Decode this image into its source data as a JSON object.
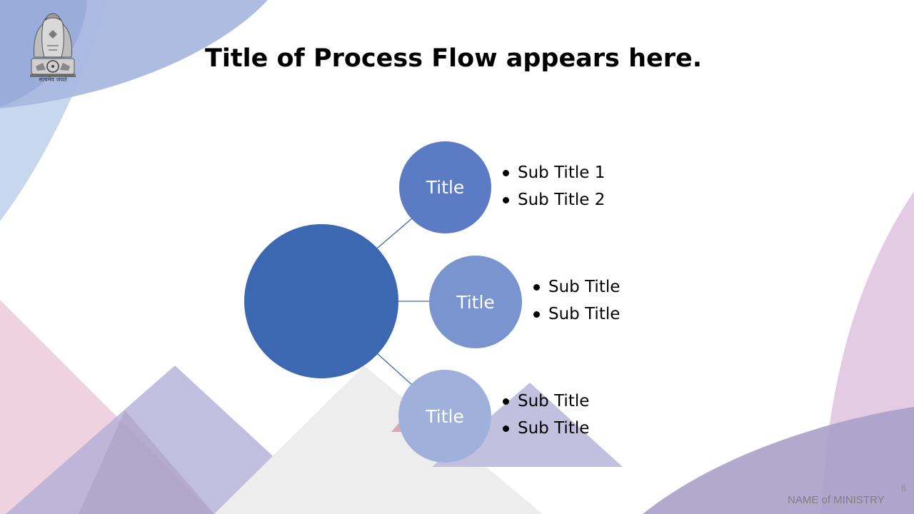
{
  "slide": {
    "title": "Title of Process Flow appears here.",
    "emblem_motto": "सत्यमेव जयते",
    "footer_ministry": "NAME of MINISTRY",
    "page_number": "6"
  },
  "process": {
    "center_label": "",
    "branches": [
      {
        "label": "Title",
        "bullets": [
          "Sub Title 1",
          "Sub Title 2"
        ]
      },
      {
        "label": "Title",
        "bullets": [
          "Sub Title",
          "Sub Title"
        ]
      },
      {
        "label": "Title",
        "bullets": [
          "Sub Title",
          "Sub Title"
        ]
      }
    ]
  },
  "colors": {
    "center_node": "#3c67b1",
    "branch_1": "#5b7cc4",
    "branch_2": "#7a94cf",
    "branch_3": "#9fb0da",
    "connector": "#3c67b1"
  }
}
